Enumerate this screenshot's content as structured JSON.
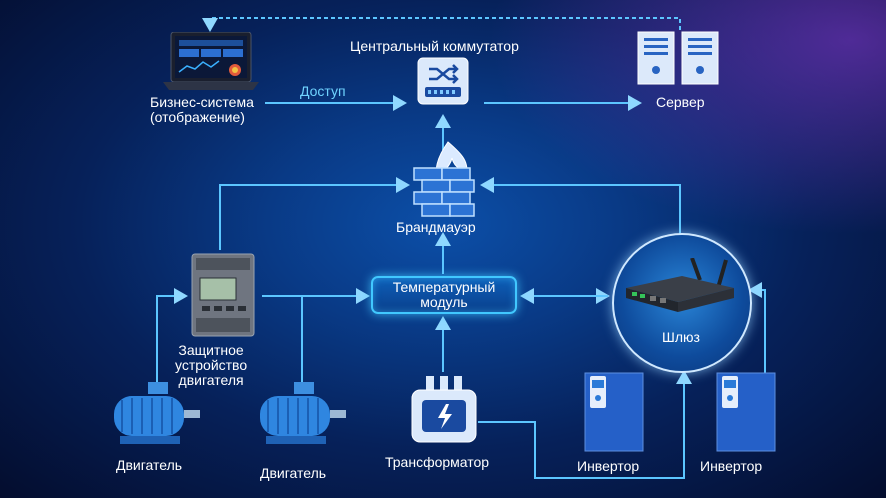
{
  "diagram": {
    "switch_label": "Центральный коммутатор",
    "business_label_line1": "Бизнес-система",
    "business_label_line2": "(отображение)",
    "access_label": "Доступ",
    "server_label": "Сервер",
    "firewall_label": "Брандмауэр",
    "temp_module_line1": "Температурный",
    "temp_module_line2": "модуль",
    "gateway_label": "Шлюз",
    "protector_line1": "Защитное",
    "protector_line2": "устройство",
    "protector_line3": "двигателя",
    "motor1_label": "Двигатель",
    "motor2_label": "Двигатель",
    "transformer_label": "Трансформатор",
    "inverter1_label": "Инвертор",
    "inverter2_label": "Инвертор"
  },
  "colors": {
    "line": "#41c8ff",
    "accent": "#1e9bff",
    "background": "#06215a"
  }
}
